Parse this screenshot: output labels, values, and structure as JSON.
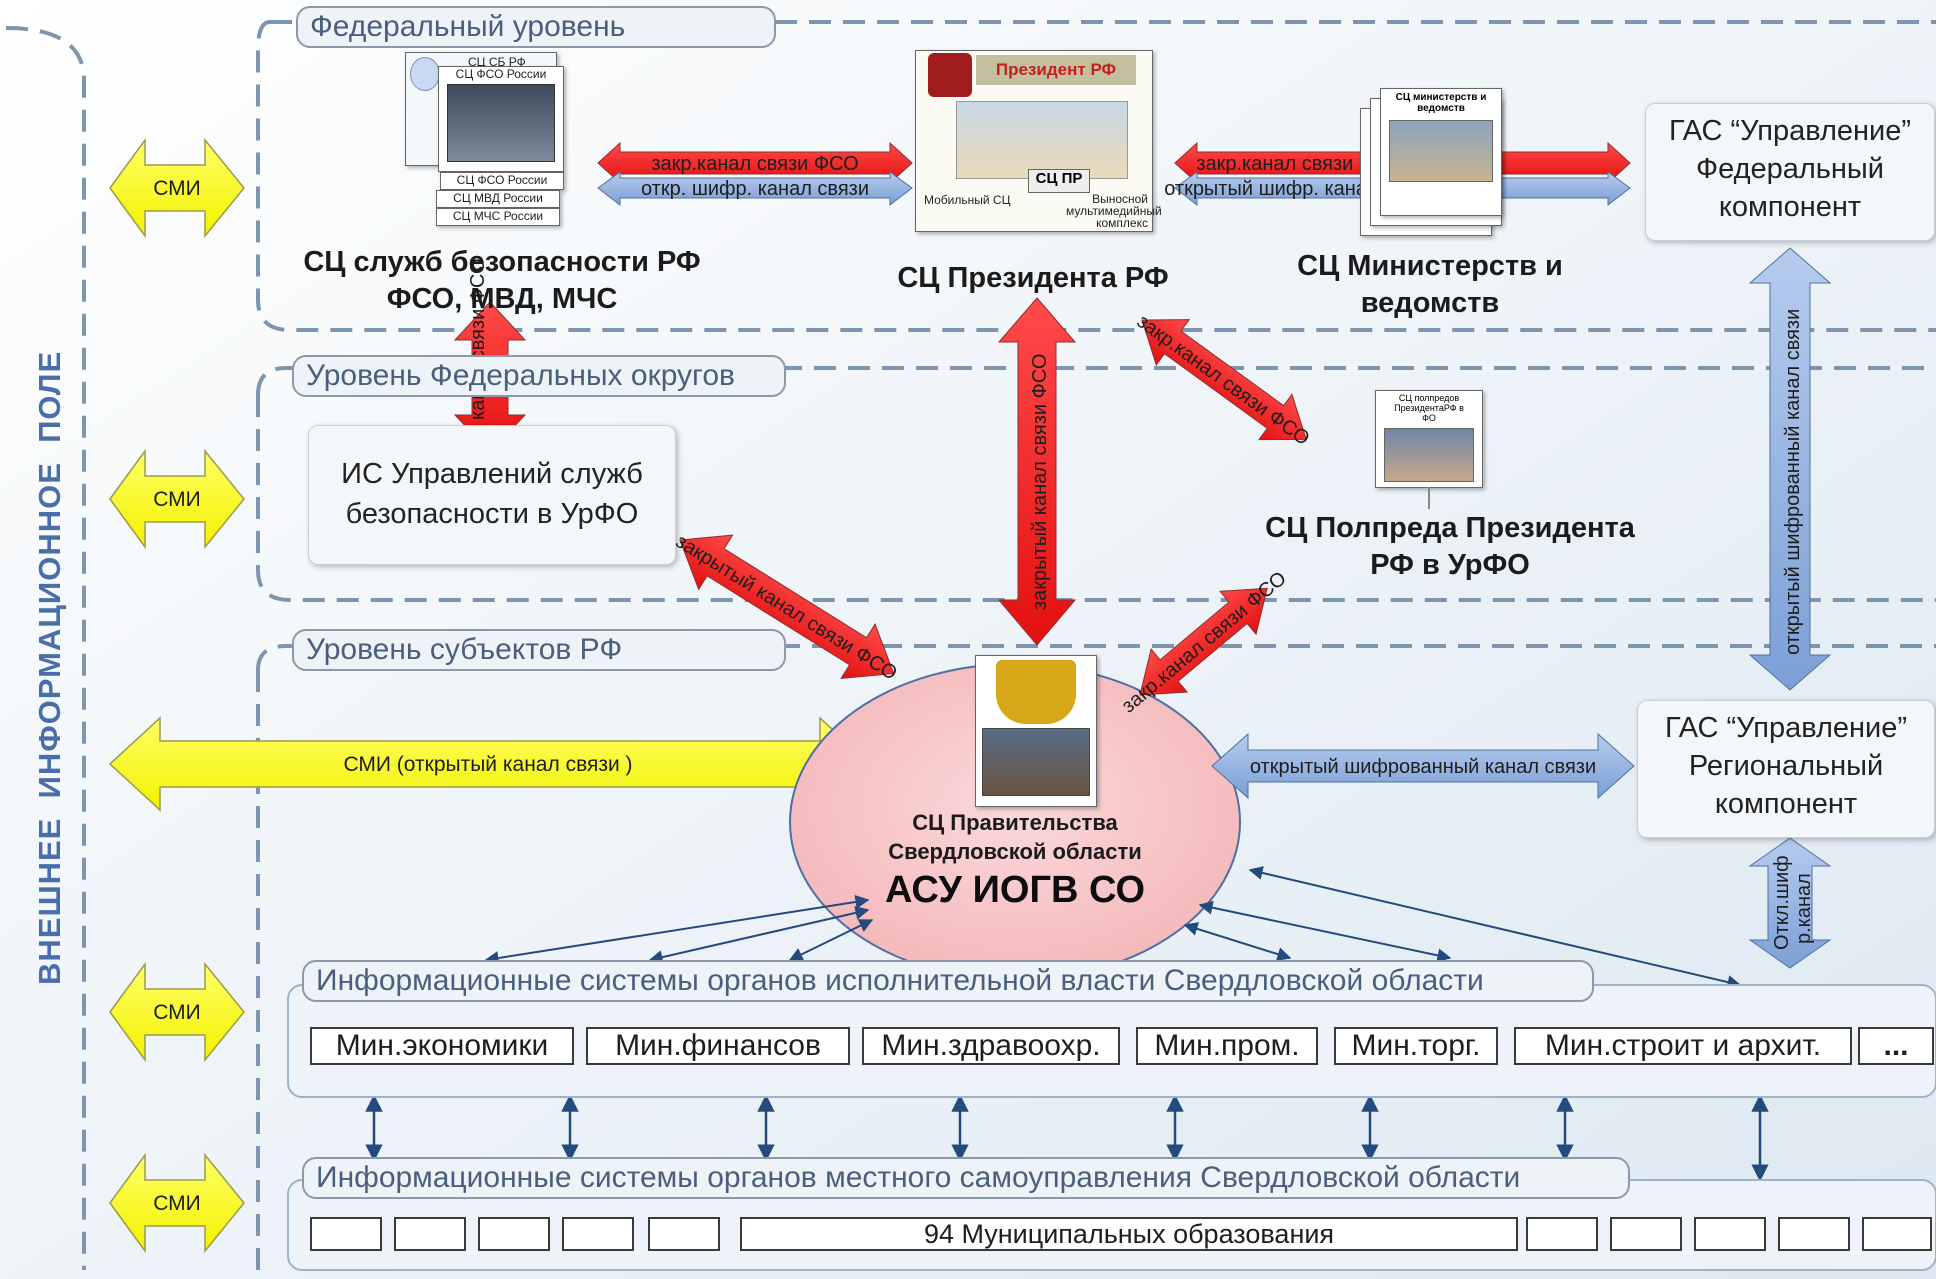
{
  "outer_label": "ВНЕШНЕЕ  ИНФОРМАЦИОННОЕ  ПОЛЕ",
  "levels": {
    "federal": "Федеральный уровень",
    "districts": "Уровень Федеральных округов",
    "subjects": "Уровень субъектов РФ"
  },
  "smi": {
    "label": "СМИ",
    "open_channel": "СМИ (открытый канал связи )"
  },
  "federal": {
    "security_title": "СЦ служб безопасности РФ ФСО, МВД, МЧС",
    "security_cards": [
      "СЦ СБ РФ",
      "СЦ ФСО России",
      "СЦ ФСО России",
      "СЦ МВД России",
      "СЦ МЧС России"
    ],
    "president_title": "СЦ Президента РФ",
    "president_card": {
      "header": "Президент РФ",
      "center": "СЦ ПР",
      "left": "Мобильный СЦ",
      "right": "Выносной мультимедийный комплекс"
    },
    "ministries_title": "СЦ Министерств и ведомств",
    "ministries_card": "СЦ министерств и ведомств",
    "gas_federal": "ГАС “Управление” Федеральный компонент"
  },
  "districts": {
    "is_box": "ИС Управлений служб безопасности в УрФО",
    "polpred_title": "СЦ Полпреда Президента РФ в УрФО",
    "polpred_card": "СЦ полпредов ПрезидентаРФ в ФО"
  },
  "subjects": {
    "center_line1": "СЦ Правительства",
    "center_line2": "Свердловской области",
    "center_main": "АСУ ИОГВ СО",
    "gas_regional": "ГАС “Управление” Регional компонент"
  },
  "channels": {
    "closed_fso": "закр.канал связи ФСО",
    "open_cipher": "откр. шифр. канал связи",
    "closed_min": "закр.канал связи ФСО",
    "open_min": "открытый шифр. канал связи",
    "vertical_closed_fso": "закрытый канал связи ФСО",
    "closed_fso_short": "закр.канал связи ФСО",
    "closed_fso_long": "закрытый канал связи ФСО",
    "open_encrypted": "открытый шифрованный канал связи",
    "security_vertical": "канал связи ФСО",
    "open_encrypted_short": "Откл.шиф р.канал"
  },
  "exec": {
    "title": "Информационные системы органов исполнительной власти Свердловской области",
    "ministries": [
      "Мин.экономики",
      "Мин.финансов",
      "Мин.здравоохр.",
      "Мин.пром.",
      "Мин.торг.",
      "Мин.строит и архит.",
      "..."
    ]
  },
  "local": {
    "title": "Информационные системы органов местного самоуправления Свердловской области",
    "municipal": "94 Муниципальных образования"
  }
}
